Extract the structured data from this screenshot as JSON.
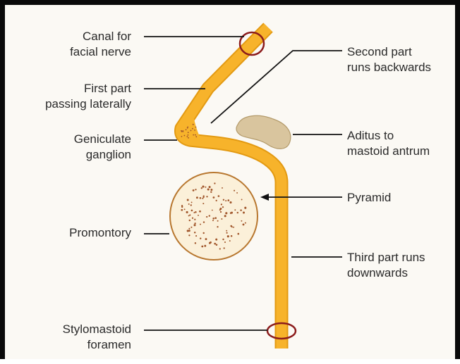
{
  "colors": {
    "nerve": "#f7b32b",
    "nerve_outline": "#e39a12",
    "promontory_fill": "#fbf0d9",
    "promontory_stroke": "#b8772f",
    "dots": "#a0552a",
    "aditus": "#d9c59e",
    "ring": "#8c1c1c",
    "leader": "#111111"
  },
  "labels": {
    "canal": [
      "Canal for",
      "facial nerve"
    ],
    "first_part": [
      "First part",
      "passing laterally"
    ],
    "geniculate": [
      "Geniculate",
      "ganglion"
    ],
    "promontory": [
      "Promontory"
    ],
    "stylomastoid": [
      "Stylomastoid",
      "foramen"
    ],
    "second_part": [
      "Second part",
      "runs backwards"
    ],
    "aditus": [
      "Aditus to",
      "mastoid antrum"
    ],
    "pyramid": [
      "Pyramid"
    ],
    "third_part": [
      "Third part runs",
      "downwards"
    ]
  }
}
